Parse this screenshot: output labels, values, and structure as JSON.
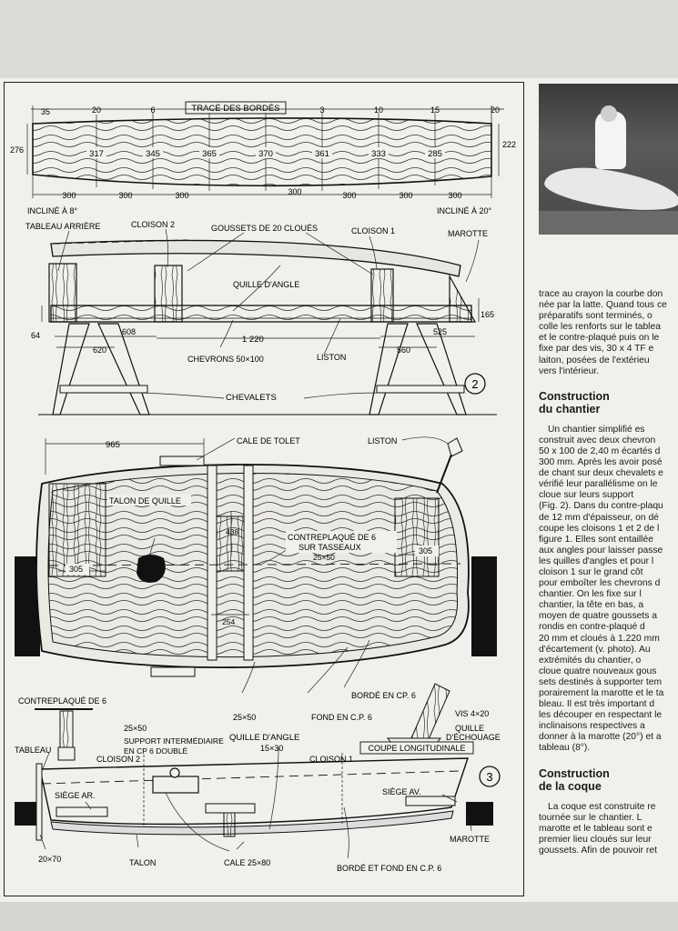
{
  "fig1": {
    "title": "TRACÉ DES BORDÉS",
    "top_dims": [
      "35",
      "20",
      "6",
      "3",
      "10",
      "15",
      "20"
    ],
    "heights": [
      "317",
      "345",
      "365",
      "370",
      "361",
      "333",
      "285"
    ],
    "end_left": "276",
    "end_right": "222",
    "spacing": [
      "300",
      "300",
      "300",
      "300",
      "300",
      "300",
      "300"
    ],
    "incline_left": "INCLINÉ À 8°",
    "incline_right": "INCLINÉ À 20°"
  },
  "fig2": {
    "number": "2",
    "tableau": "TABLEAU ARRIÈRE",
    "cloison2": "CLOISON 2",
    "goussets": "GOUSSETS DE 20 CLOUÉS",
    "cloison1": "CLOISON 1",
    "marotte": "MAROTTE",
    "quille": "QUILLE D'ANGLE",
    "d64": "64",
    "d608": "608",
    "d1220": "1 220",
    "d525": "525",
    "d165": "165",
    "d620": "620",
    "d560": "560",
    "chevrons": "CHEVRONS 50×100",
    "liston": "LISTON",
    "chevalets": "CHEVALETS"
  },
  "fig3": {
    "number": "3",
    "d965": "965",
    "cale_tolet": "CALE DE TOLET",
    "liston": "LISTON",
    "talon_quille": "TALON DE QUILLE",
    "d305a": "305",
    "d305b": "305",
    "d438": "438",
    "contreplaque_tasseaux": "CONTREPLAQUÉ DE 6",
    "sur_tasseaux": "SUR TASSEAUX",
    "d25x50a": "25×50",
    "d254": "254",
    "borde_cp": "BORDÉ EN CP. 6",
    "contreplaque6": "CONTREPLAQUÉ DE 6",
    "d25x50b": "25×50",
    "d25x50c": "25×50",
    "support1": "SUPPORT INTERMÉDIAIRE",
    "support2": "EN CP 6 DOUBLÉ",
    "fond_cp": "FOND EN C.P. 6",
    "vis": "VIS 4×20",
    "quille_echouage1": "QUILLE",
    "quille_echouage2": "D'ÉCHOUAGE",
    "tableau": "TABLEAU",
    "quille_angle": "QUILLE D'ANGLE",
    "d15x30": "15×30",
    "coupe": "COUPE LONGITUDINALE",
    "cloison2": "CLOISON 2",
    "cloison1": "CLOISON 1",
    "siege_ar": "SIÈGE AR.",
    "siege_av": "SIÈGE AV.",
    "marotte": "MAROTTE",
    "d20x70": "20×70",
    "talon": "TALON",
    "cale": "CALE 25×80",
    "borde_fond": "BORDÉ ET FOND EN C.P. 6"
  },
  "article": {
    "p1": [
      "trace au crayon la courbe don",
      "née par la latte. Quand tous ce",
      "préparatifs sont terminés, o",
      "colle les renforts sur le tablea",
      "et le contre-plaqué puis on le",
      "fixe par des vis, 30 x 4 TF e",
      "laiton, posées de l'extérieu",
      "vers l'intérieur."
    ],
    "h1a": "Construction",
    "h1b": "du chantier",
    "p2": [
      "Un chantier simplifié es",
      "construit avec deux chevron",
      "50 x 100 de 2,40 m écartés d",
      "300 mm. Après les avoir posé",
      "de chant sur deux chevalets e",
      "vérifié leur parallélisme on le",
      "cloue sur leurs support",
      "(Fig. 2). Dans du contre-plaqu",
      "de 12 mm d'épaisseur, on dé",
      "coupe les cloisons 1 et 2 de l",
      "figure 1. Elles sont entaillée",
      "aux angles pour laisser passe",
      "les quilles d'angles et pour l",
      "cloison 1 sur le grand côt",
      "pour emboîter les chevrons d",
      "chantier. On les fixe sur l",
      "chantier, la tête en bas, a",
      "moyen de quatre goussets a",
      "rondis en contre-plaqué d",
      "20 mm et cloués à 1.220 mm",
      "d'écartement (v. photo). Au",
      "extrémités du chantier, o",
      "cloue quatre nouveaux gous",
      "sets destinés à supporter tem",
      "porairement la marotte et le ta",
      "bleau. Il est très important d",
      "les découper en respectant le",
      "inclinaisons respectives a",
      "donner à la marotte (20°) et a",
      "tableau (8°)."
    ],
    "h2a": "Construction",
    "h2b": "de la coque",
    "p3": [
      "La coque est construite re",
      "tournée sur le chantier. L",
      "marotte et le tableau sont e",
      "premier lieu cloués sur leur",
      "goussets. Afin de pouvoir ret"
    ]
  }
}
